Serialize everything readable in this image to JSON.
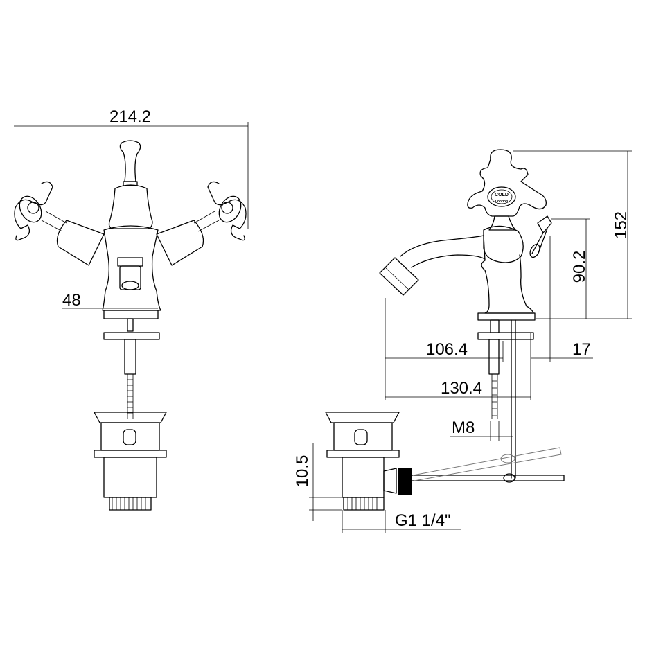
{
  "drawing": {
    "front_view": {
      "overall_width": "214.2",
      "base_width": "48"
    },
    "side_view": {
      "overall_height": "152",
      "spout_height": "90.2",
      "spout_reach": "106.4",
      "lever_offset": "17",
      "overall_depth": "130.4",
      "thread_size": "M8",
      "waste_height": "10.5",
      "waste_thread": "G1 1/4\""
    },
    "handle_logo": {
      "top_text": "COLD",
      "bottom_text": "London"
    }
  }
}
